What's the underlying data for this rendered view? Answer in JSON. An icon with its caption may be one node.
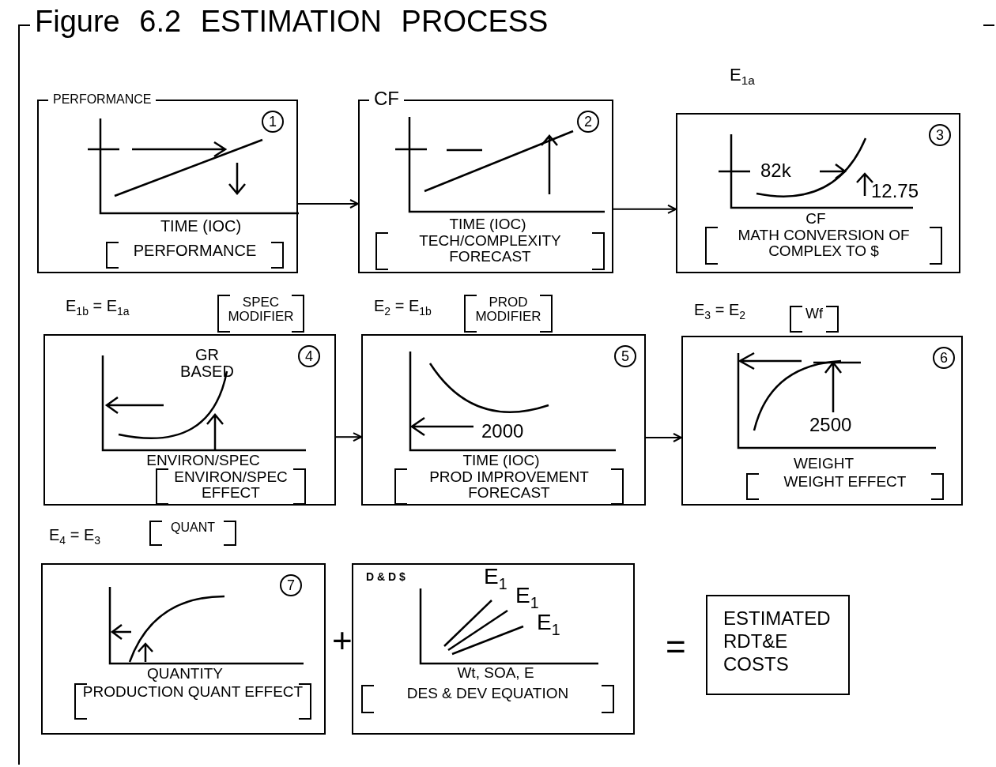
{
  "diagram": {
    "title": "Figure 6.2 ESTIMATION PROCESS",
    "nodes": [
      {
        "text": [
          "PERFORMANCE",
          "1",
          "TIME (IOC)",
          "PERFORMANCE"
        ]
      },
      {
        "text": [
          "CF",
          "2",
          "TIME (IOC)",
          "TECH/COMPLEXITY FORECAST"
        ]
      },
      {
        "text": [
          "E$_{1a}$",
          "3",
          "82k",
          "12.75",
          "CF",
          "MATH CONVERSION OF COMPLEX TO $"
        ]
      },
      {
        "text": [
          "E$_{1b}$ = E$_{1a}$",
          "SPEC MODIFIER",
          "4",
          "GR BASED",
          "ENVIRON/SPEC",
          "ENVIRON/SPEC EFFECT"
        ]
      },
      {
        "text": [
          "E$_{2}$ = E$_{1b}$",
          "PROD MODIFIER",
          "5",
          "2000",
          "TIME (IOC)",
          "PROD IMPROVEMENT FORECAST"
        ]
      },
      {
        "text": [
          "E$_{3}$ = E$_{2}$",
          "Wf",
          "6",
          "2500",
          "WEIGHT",
          "WEIGHT EFFECT"
        ]
      },
      {
        "text": [
          "E$_{4}$ = E$_{3}$",
          "QUANT",
          "7",
          "QUANTITY",
          "PRODUCTION QUANT EFFECT"
        ]
      },
      {
        "text": [
          "D & D $",
          "E$_{1}$",
          "E$_{1}$",
          "E$_{1}$",
          "Wt, SOA, E",
          "DES & DEV EQUATION"
        ]
      },
      {
        "text": [
          "ESTIMATED RDT&E COSTS"
        ]
      }
    ],
    "edges": [
      {
        "from": 0,
        "to": 1,
        "arrow": "to"
      },
      {
        "from": 1,
        "to": 2,
        "arrow": "to"
      },
      {
        "from": 3,
        "to": 4,
        "arrow": "to"
      },
      {
        "from": 4,
        "to": 5,
        "arrow": "to"
      }
    ],
    "labels": [
      "+",
      "="
    ]
  }
}
